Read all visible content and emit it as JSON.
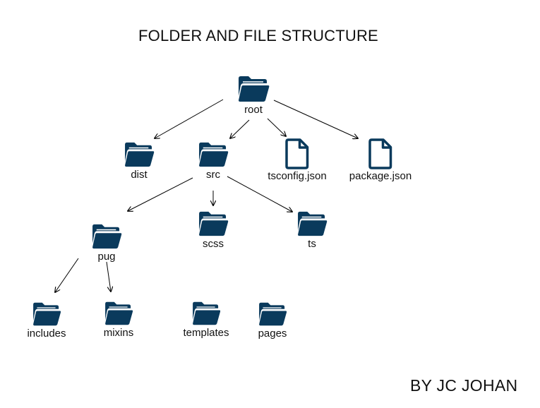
{
  "title": "FOLDER AND FILE STRUCTURE",
  "author": "BY JC JOHAN",
  "colors": {
    "icon": "#0a3a5c",
    "arrow": "#000000",
    "background": "#ffffff"
  },
  "nodes": {
    "root": {
      "label": "root",
      "icon": "folder-open-icon"
    },
    "dist": {
      "label": "dist",
      "icon": "folder-open-icon"
    },
    "src": {
      "label": "src",
      "icon": "folder-open-icon"
    },
    "tsconfig": {
      "label": "tsconfig.json",
      "icon": "file-icon"
    },
    "package": {
      "label": "package.json",
      "icon": "file-icon"
    },
    "pug": {
      "label": "pug",
      "icon": "folder-open-icon"
    },
    "scss": {
      "label": "scss",
      "icon": "folder-open-icon"
    },
    "ts": {
      "label": "ts",
      "icon": "folder-open-icon"
    },
    "includes": {
      "label": "includes",
      "icon": "folder-open-icon"
    },
    "mixins": {
      "label": "mixins",
      "icon": "folder-open-icon"
    },
    "templates": {
      "label": "templates",
      "icon": "folder-open-icon"
    },
    "pages": {
      "label": "pages",
      "icon": "folder-open-icon"
    }
  },
  "edges": [
    {
      "from": "root",
      "to": "dist"
    },
    {
      "from": "root",
      "to": "src"
    },
    {
      "from": "root",
      "to": "tsconfig"
    },
    {
      "from": "root",
      "to": "package"
    },
    {
      "from": "src",
      "to": "pug"
    },
    {
      "from": "src",
      "to": "scss"
    },
    {
      "from": "src",
      "to": "ts"
    },
    {
      "from": "pug",
      "to": "includes"
    },
    {
      "from": "pug",
      "to": "mixins"
    }
  ]
}
